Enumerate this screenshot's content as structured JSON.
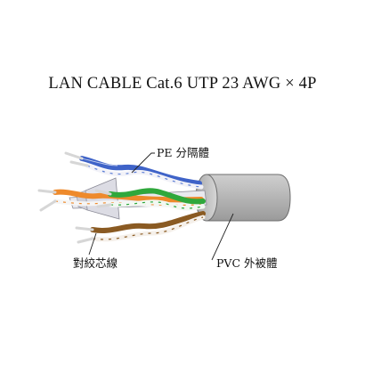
{
  "title": "LAN CABLE Cat.6 UTP 23 AWG × 4P",
  "labels": {
    "separator": "PE 分隔體",
    "twisted_pairs": "對絞芯線",
    "jacket": "PVC 外被體"
  },
  "colors": {
    "jacket": "#b9b9b9",
    "blue_pair": "#3f63c8",
    "orange_pair": "#ee8a2c",
    "green_pair": "#2fa83c",
    "brown_pair": "#8a5a22",
    "separator": "#e6e6ea",
    "copper": "#d8d8d8"
  }
}
